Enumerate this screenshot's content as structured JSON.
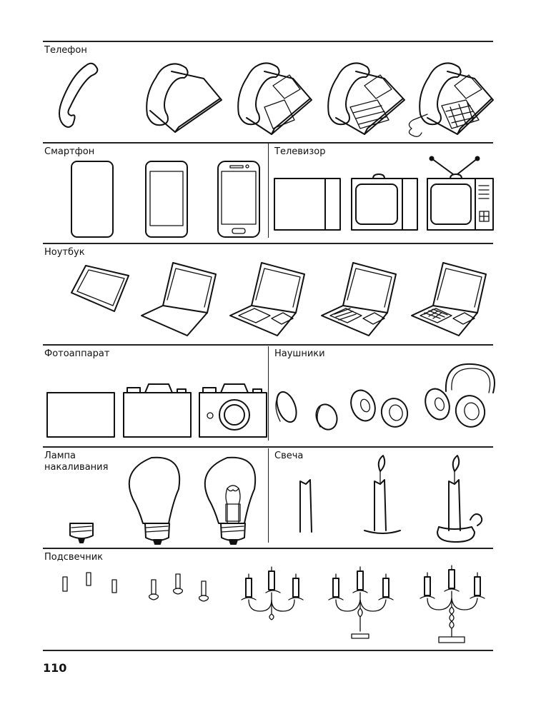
{
  "sections": {
    "phone": {
      "label": "Телефон"
    },
    "smartphone": {
      "label": "Смартфон"
    },
    "tv": {
      "label": "Телевизор"
    },
    "laptop": {
      "label": "Ноутбук"
    },
    "camera": {
      "label": "Фотоаппарат"
    },
    "headphones": {
      "label": "Наушники"
    },
    "bulb": {
      "label_line1": "Лампа",
      "label_line2": "накаливания"
    },
    "candle": {
      "label": "Свеча"
    },
    "candlestick": {
      "label": "Подсвечник"
    }
  },
  "page_number": "110",
  "icons": [
    "phone-icon",
    "smartphone-icon",
    "tv-icon",
    "laptop-icon",
    "camera-icon",
    "headphones-icon",
    "bulb-icon",
    "candle-icon",
    "candelabra-icon"
  ]
}
